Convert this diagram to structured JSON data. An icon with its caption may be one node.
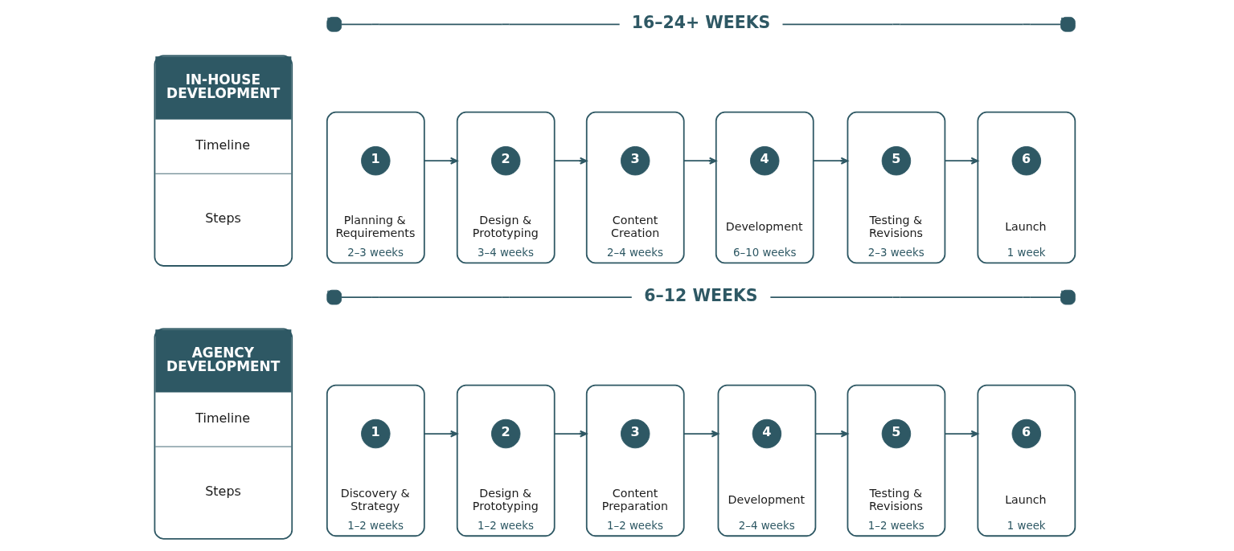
{
  "diagram": {
    "nodes": [
      {
        "text": [
          "IN-HOUSE DEVELOPMENT",
          "Timeline",
          "Steps"
        ]
      },
      {
        "text": [
          "Planning & Requirements",
          "2–3 weeks"
        ]
      },
      {
        "text": [
          "1"
        ],
        "in": 1
      },
      {
        "text": [
          "Design & Prototyping",
          "3–4 weeks"
        ]
      },
      {
        "text": [
          "2"
        ],
        "in": 3
      },
      {
        "text": [
          "Content Creation",
          "2–4 weeks"
        ]
      },
      {
        "text": [
          "3"
        ],
        "in": 5
      },
      {
        "text": [
          "Development",
          "6–10 weeks"
        ]
      },
      {
        "text": [
          "4"
        ],
        "in": 7
      },
      {
        "text": [
          "Testing & Revisions",
          "2–3 weeks"
        ]
      },
      {
        "text": [
          "5"
        ],
        "in": 9
      },
      {
        "text": [
          "Launch",
          "1 week"
        ]
      },
      {
        "text": [
          "6"
        ],
        "in": 11
      },
      {
        "text": [
          "AGENCY DEVELOPMENT",
          "Timeline",
          "Steps"
        ]
      },
      {
        "text": [
          "Discovery & Strategy",
          "1–2 weeks"
        ]
      },
      {
        "text": [
          "1"
        ],
        "in": 14
      },
      {
        "text": [
          "Design & Prototyping",
          "1–2 weeks"
        ]
      },
      {
        "text": [
          "2"
        ],
        "in": 16
      },
      {
        "text": [
          "Content Preparation",
          "1–2 weeks"
        ]
      },
      {
        "text": [
          "3"
        ],
        "in": 18
      },
      {
        "text": [
          "Development",
          "2–4 weeks"
        ]
      },
      {
        "text": [
          "4"
        ],
        "in": 20
      },
      {
        "text": [
          "Testing & Revisions",
          "1–2 weeks"
        ]
      },
      {
        "text": [
          "5"
        ],
        "in": 22
      },
      {
        "text": [
          "Launch",
          "1 week"
        ]
      },
      {
        "text": [
          "6"
        ],
        "in": 24
      }
    ],
    "edges": [
      {
        "from": 1,
        "to": 3,
        "arrow": "to"
      },
      {
        "from": 3,
        "to": 5,
        "arrow": "to"
      },
      {
        "from": 5,
        "to": 7,
        "arrow": "to"
      },
      {
        "from": 7,
        "to": 9,
        "arrow": "to"
      },
      {
        "from": 9,
        "to": 11,
        "arrow": "to"
      },
      {
        "from": 14,
        "to": 16,
        "arrow": "to"
      },
      {
        "from": 16,
        "to": 18,
        "arrow": "to"
      },
      {
        "from": 18,
        "to": 20,
        "arrow": "to"
      },
      {
        "from": 20,
        "to": 22,
        "arrow": "to"
      },
      {
        "from": 22,
        "to": 24,
        "arrow": "to"
      }
    ],
    "labels": [
      "16–24+ WEEKS",
      "6–12 WEEKS"
    ]
  }
}
